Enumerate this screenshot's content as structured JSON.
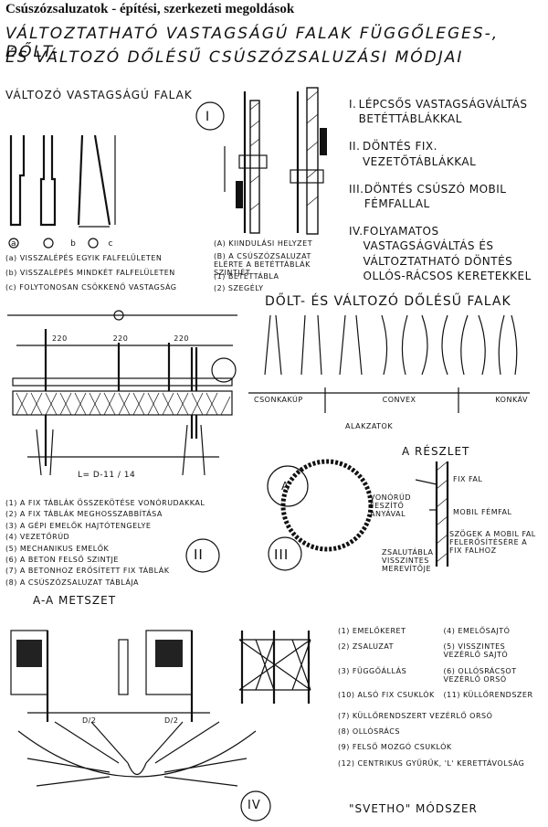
{
  "page_title": "Csúszózsaluzatok - építési, szerkezeti megoldások",
  "heading": {
    "line1": "VÁLTOZTATHATÓ VASTAGSÁGÚ FALAK FÜGGŐLEGES-, DŐLT-",
    "line2": "ÉS VÁLTOZÓ DŐLÉSŰ CSÚSZÓZSALUZÁSI MÓDJAI"
  },
  "section1": {
    "title": "VÁLTOZÓ VASTAGSÁGÚ FALAK",
    "marker": "I",
    "wall_letters": [
      "a",
      "b",
      "c"
    ],
    "legend": [
      {
        "key": "a",
        "text": "VISSZALÉPÉS EGYIK FALFELÜLETEN"
      },
      {
        "key": "b",
        "text": "VISSZALÉPÉS MINDKÉT FALFELÜLETEN"
      },
      {
        "key": "c",
        "text": "FOLYTONOSAN CSÖKKENŐ VASTAGSÁG"
      }
    ],
    "detail_label_a": "KIINDULÁSI HELYZET",
    "detail_label_b": "A CSÚSZÓZSALUZAT ELÉRTE A BETÉTTÁBLÁK SZINTJÉT",
    "detail_legend": [
      {
        "key": "1",
        "text": "BETÉTTÁBLA"
      },
      {
        "key": "2",
        "text": "SZEGÉLY"
      }
    ]
  },
  "roman_list": [
    {
      "num": "I.",
      "text": "LÉPCSŐS VASTAGSÁGVÁLTÁS BETÉTTÁBLÁKKAL"
    },
    {
      "num": "II.",
      "text": "DÖNTÉS FIX. VEZETŐTÁBLÁKKAL"
    },
    {
      "num": "III.",
      "text": "DÖNTÉS CSÚSZÓ MOBIL FÉMFALLAL"
    },
    {
      "num": "IV.",
      "text": "FOLYAMATOS VASTAGSÁGVÁLTÁS ÉS VÁLTOZTATHATÓ DÖNTÉS OLLÓS-RÁCSOS KERETEKKEL"
    }
  ],
  "section2": {
    "marker": "II",
    "dims": [
      "220",
      "220",
      "220"
    ],
    "formula": "L= D-11 / 14",
    "legend": [
      {
        "key": "1",
        "text": "A FIX TÁBLÁK ÖSSZEKÖTÉSE VONÓRUDAKKAL"
      },
      {
        "key": "2",
        "text": "A FIX TÁBLÁK MEGHOSSZABBÍTÁSA"
      },
      {
        "key": "3",
        "text": "A GÉPI EMELŐK HAJTÓTENGELYE"
      },
      {
        "key": "4",
        "text": "VEZETŐRÚD"
      },
      {
        "key": "5",
        "text": "MECHANIKUS EMELŐK"
      },
      {
        "key": "6",
        "text": "A BETON FELSŐ SZINTJE"
      },
      {
        "key": "7",
        "text": "A BETONHOZ ERŐSÍTETT FIX TÁBLÁK"
      },
      {
        "key": "8",
        "text": "A CSÚSZÓZSALUZAT TÁBLÁJA"
      }
    ],
    "section_title": "A-A METSZET"
  },
  "section3": {
    "title": "DŐLT- ÉS VÁLTOZÓ DŐLÉSŰ FALAK",
    "shape_groups": [
      "CSONKAKÚP",
      "CONVEX",
      "KONKÁV"
    ],
    "shape_caption": "ALAKZATOK",
    "marker": "III",
    "detail_title": "A RÉSZLET",
    "circle_label": "A",
    "callouts": [
      "FIX FAL",
      "VONÓRÚD FESZÍTŐ ANYÁVAL",
      "MOBIL FÉMFAL",
      "SZÖGEK A MOBIL FAL FELERŐSÍTÉSÉRE A FIX FALHOZ",
      "ZSALUTÁBLA VISSZINTES MEREVÍTŐJE"
    ]
  },
  "section4": {
    "marker": "IV",
    "method": "\"SVETHO\" MÓDSZER",
    "half_label": "D/2",
    "legend": [
      {
        "key": "1",
        "text": "EMELŐKERET"
      },
      {
        "key": "2",
        "text": "ZSALUZAT"
      },
      {
        "key": "3",
        "text": "FÜGGŐÁLLÁS"
      },
      {
        "key": "10",
        "text": "ALSÓ FIX CSUKLÓK"
      },
      {
        "key": "4",
        "text": "EMELŐSAJTÓ"
      },
      {
        "key": "5",
        "text": "VISSZINTES VEZÉRLŐ SAJTÓ"
      },
      {
        "key": "6",
        "text": "OLLÓSRÁCSOT VEZÉRLŐ ORSÓ"
      },
      {
        "key": "11",
        "text": "KÜLLŐRENDSZER"
      },
      {
        "key": "7",
        "text": "KÜLLŐRENDSZERT VEZÉRLŐ ORSÓ"
      },
      {
        "key": "8",
        "text": "OLLÓSRÁCS"
      },
      {
        "key": "9",
        "text": "FELSŐ MOZGÓ CSUKLÓK"
      },
      {
        "key": "12",
        "text": "CENTRIKUS GYŰRŰK, 'L' KERETTÁVOLSÁG"
      }
    ]
  }
}
